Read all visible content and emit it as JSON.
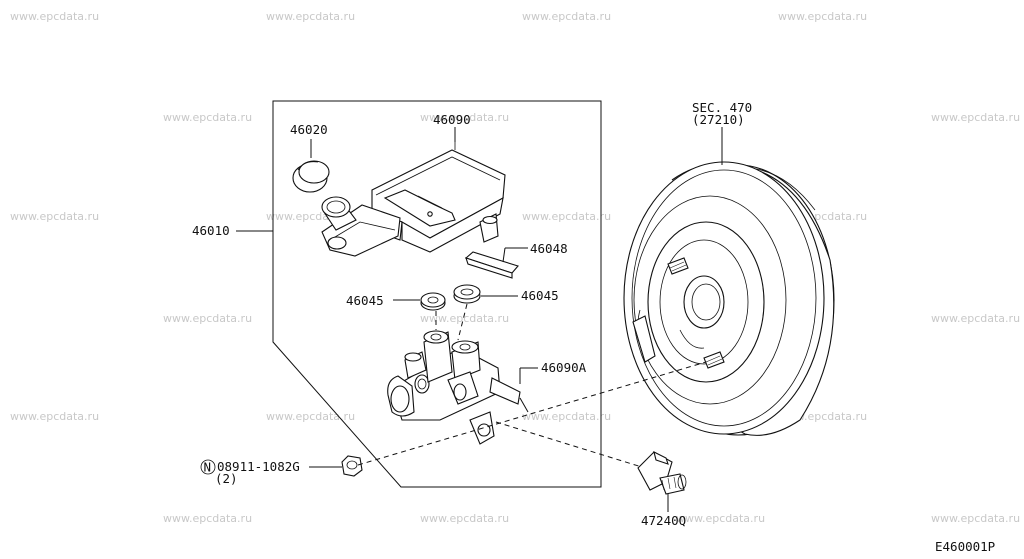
{
  "watermark": "www.epcdata.ru",
  "diagram_code": "E460001P",
  "ref_section": {
    "line1": "SEC. 470",
    "line2": "(27210)"
  },
  "labels": {
    "cap": "46020",
    "reservoir": "46090",
    "master_cylinder_assy": "46010",
    "reservoir_pin": "46048",
    "seal_left": "46045",
    "seal_right": "46045",
    "cylinder_body": "46090A",
    "nut_symbol": "N",
    "nut_part": "08911-1082G",
    "nut_qty": "(2)",
    "sensor": "47240Q"
  }
}
